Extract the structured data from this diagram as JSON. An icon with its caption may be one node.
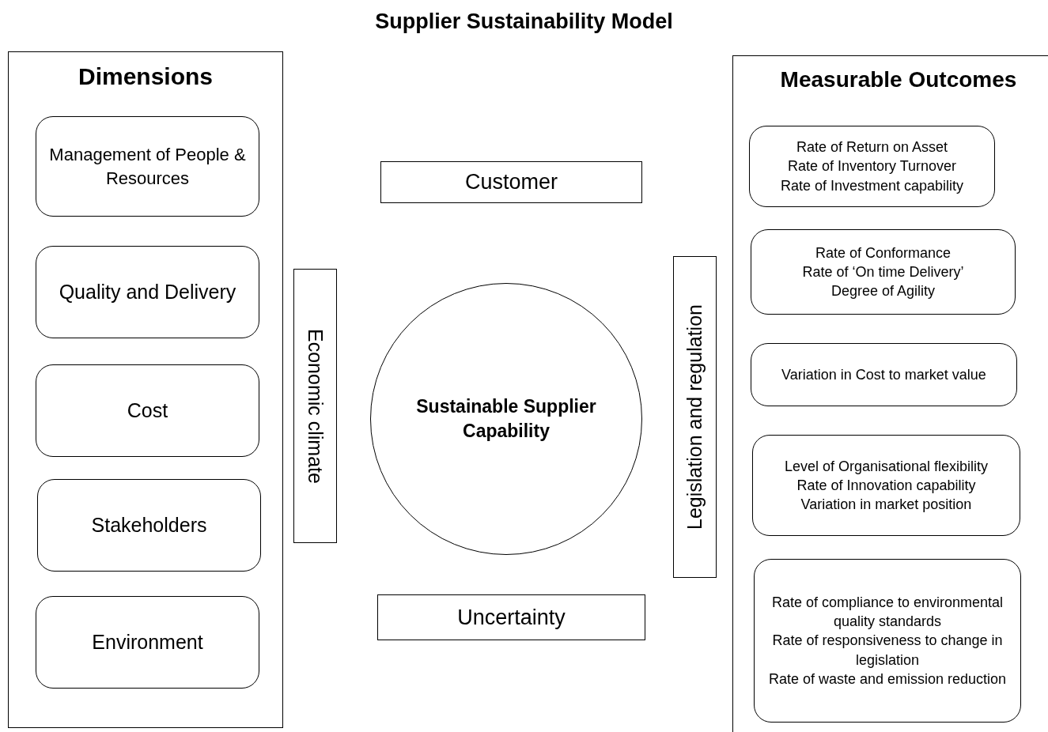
{
  "diagram": {
    "title": "Supplier Sustainability Model",
    "nodes": [
      {
        "text": [
          "Dimensions"
        ]
      },
      {
        "text": [
          "Management of People & Resources"
        ],
        "in": 0
      },
      {
        "text": [
          "Quality and Delivery"
        ],
        "in": 0
      },
      {
        "text": [
          "Cost"
        ],
        "in": 0
      },
      {
        "text": [
          "Stakeholders"
        ],
        "in": 0
      },
      {
        "text": [
          "Environment"
        ],
        "in": 0
      },
      {
        "text": [
          "Economic climate"
        ]
      },
      {
        "text": [
          "Customer"
        ]
      },
      {
        "text": [
          "Sustainable Supplier Capability"
        ]
      },
      {
        "text": [
          "Uncertainty"
        ]
      },
      {
        "text": [
          "Legislation and regulation"
        ]
      },
      {
        "text": [
          "Measurable Outcomes"
        ]
      },
      {
        "text": [
          "Rate of Return on Asset",
          "Rate of Inventory Turnover",
          "Rate of Investment capability"
        ],
        "in": 11
      },
      {
        "text": [
          "Rate of Conformance",
          "Rate of ‘On time Delivery’",
          "Degree of Agility"
        ],
        "in": 11
      },
      {
        "text": [
          "Variation in Cost to market value"
        ],
        "in": 11
      },
      {
        "text": [
          "Level of Organisational flexibility",
          "Rate of Innovation capability",
          "Variation in market position"
        ],
        "in": 11
      },
      {
        "text": [
          "Rate of compliance to environmental quality standards",
          "Rate of responsiveness to change in legislation",
          "Rate of waste and emission reduction"
        ],
        "in": 11
      }
    ],
    "edges": []
  }
}
